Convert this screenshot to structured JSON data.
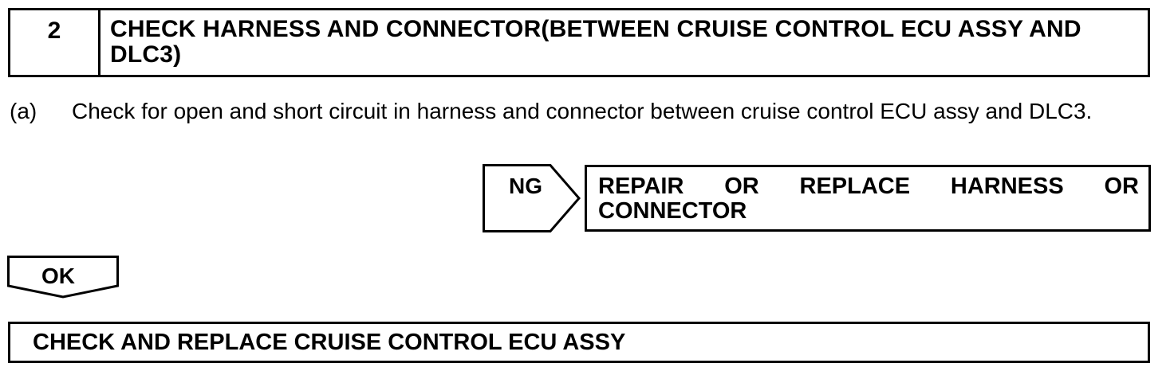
{
  "step": {
    "number": "2",
    "title": "CHECK HARNESS AND CONNECTOR(BETWEEN CRUISE CONTROL ECU ASSY AND DLC3)"
  },
  "instruction": {
    "tag": "(a)",
    "text": "Check for open and short circuit in harness and connector between cruise control ECU assy and DLC3."
  },
  "ng_branch": {
    "label": "NG",
    "result_words": [
      "REPAIR",
      "OR",
      "REPLACE",
      "HARNESS",
      "OR"
    ],
    "result_line2": "CONNECTOR"
  },
  "ok_branch": {
    "label": "OK"
  },
  "final_action": {
    "text": "CHECK AND REPLACE CRUISE CONTROL ECU ASSY"
  }
}
